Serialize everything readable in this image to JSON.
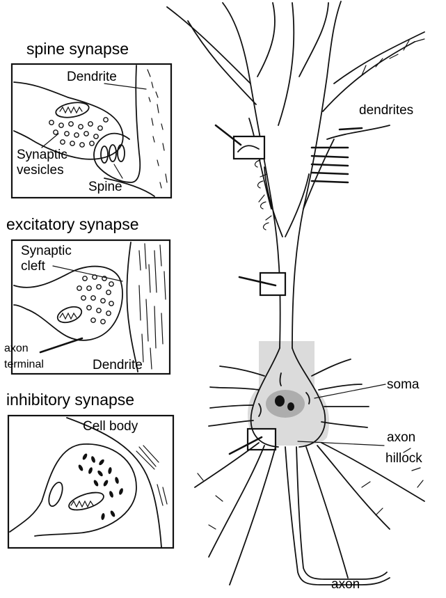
{
  "panels": {
    "spine": {
      "title": "spine synapse",
      "dendrite_label": "Dendrite",
      "vesicles_label_1": "Synaptic",
      "vesicles_label_2": "vesicles",
      "spine_label": "Spine"
    },
    "excitatory": {
      "title": "excitatory synapse",
      "cleft_label_1": "Synaptic",
      "cleft_label_2": "cleft",
      "axon_terminal_1": "axon",
      "axon_terminal_2": "terminal",
      "dendrite_label": "Dendrite"
    },
    "inhibitory": {
      "title": "inhibitory synapse",
      "cell_body_label": "Cell body"
    }
  },
  "neuron": {
    "dendrites_label": "dendrites",
    "soma_label": "soma",
    "hillock_label_1": "axon",
    "hillock_label_2": "hillock",
    "axon_label": "axon"
  }
}
